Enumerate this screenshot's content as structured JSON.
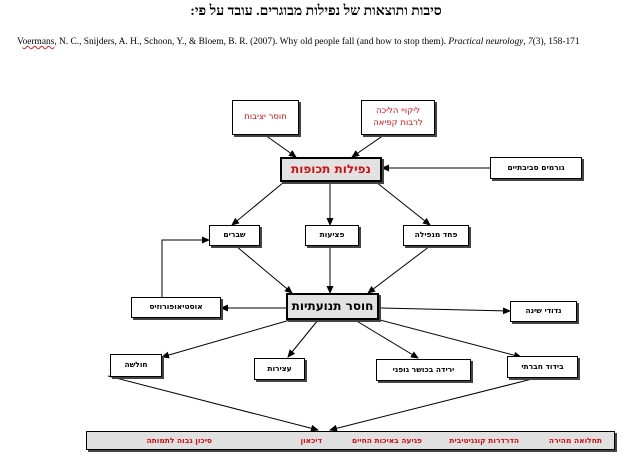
{
  "title": "סיבות ותוצאות של נפילות מבוגרים. עובד על פי:",
  "citation": {
    "lead": "V",
    "spell_word": "oermans",
    "authors": ", N. C., Snijders, A. H., Schoon, Y., & Bloem, B. R. (2007). Why old people fall (and how to stop them). ",
    "journal": "Practical neurology",
    "volume_pre": ", ",
    "volume": "7",
    "tail": "(3), 158-171"
  },
  "nodes": {
    "instability": "חוסר יציבות",
    "gait_1": "ליקויי הליכה",
    "gait_2": "לרבות קפיאה",
    "frequent_falls": "נפילות תכופות",
    "environment": "גורמים סביבתיים",
    "fractures": "שברים",
    "injuries": "פציעות",
    "fear": "פחד מנפילה",
    "osteoporosis": "אוסטיאופורוזיס",
    "immobility": "חוסר תנועתיות",
    "insomnia": "נדודי שינה",
    "weakness": "חולשה",
    "constipation": "עצירות",
    "deconditioning": "ירידה בכושר גופני",
    "isolation": "בידוד חברתי"
  },
  "outcomes": [
    "תחלואה מהירה",
    "הדרדרות קוגניטיבית",
    "פגיעה באיכות החיים",
    "דיכאון",
    "סיכון גבוה לתמותה"
  ],
  "colors": {
    "accent_red": "#d21010",
    "main_box_fill": "#e2e2e2",
    "bar_fill": "#e0e0e0"
  }
}
